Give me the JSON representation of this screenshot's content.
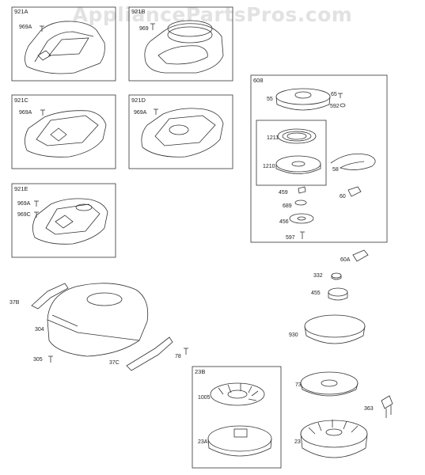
{
  "watermark": "AppliancePartsPros.com",
  "boxes": {
    "b921A": "921A",
    "b921B": "921B",
    "b921C": "921C",
    "b921D": "921D",
    "b921E": "921E",
    "b608": "608",
    "b23B": "23B"
  },
  "labels": {
    "l969A_1": "969A",
    "l969": "969",
    "l969A_2": "969A",
    "l969A_3": "969A",
    "l969A_4": "969A",
    "l969C": "969C",
    "l55": "55",
    "l65": "65",
    "l592": "592",
    "l1211": "1211",
    "l1210": "1210",
    "l58": "58",
    "l459": "459",
    "l60": "60",
    "l689": "689",
    "l456": "456",
    "l597": "597",
    "l60A": "60A",
    "l332": "332",
    "l455": "455",
    "l37B": "37B",
    "l304": "304",
    "l930": "930",
    "l305": "305",
    "l37C": "37C",
    "l78": "78",
    "l1005": "1005",
    "l73": "73",
    "l363": "363",
    "l23A": "23A",
    "l23": "23"
  }
}
